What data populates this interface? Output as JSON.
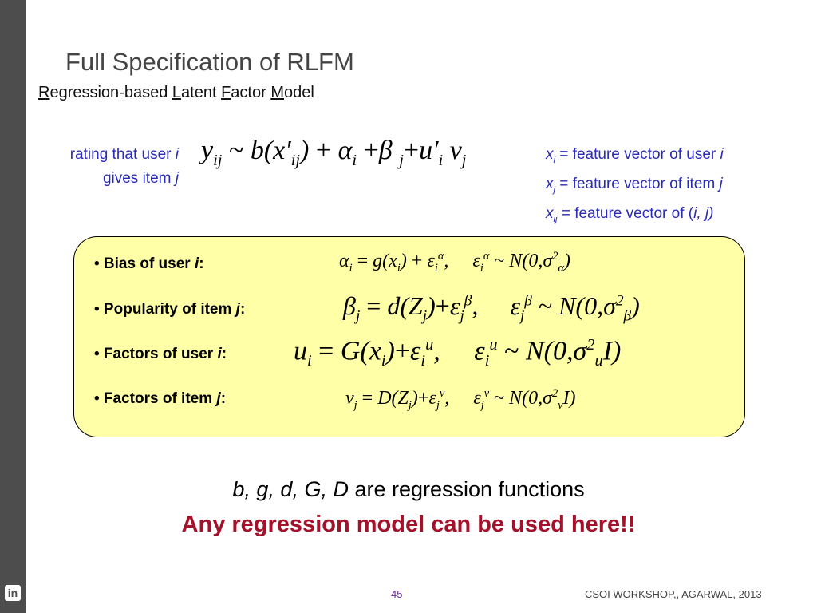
{
  "slide": {
    "title": "Full Specification of RLFM",
    "subtitle": {
      "r_letter": "R",
      "r_rest": "egression-based ",
      "l_letter": "L",
      "l_rest": "atent ",
      "f_letter": "F",
      "f_rest": "actor ",
      "m_letter": "M",
      "m_rest": "odel"
    },
    "left_annotation": {
      "line1_text": "rating that user ",
      "line1_var": "i",
      "line2_text": "gives item ",
      "line2_var": "j"
    },
    "right_annotation": [
      {
        "var": "x",
        "sub": "i",
        "text": " = feature vector of user ",
        "tail": "i"
      },
      {
        "var": "x",
        "sub": "j",
        "text": " = feature vector of item ",
        "tail": "j"
      },
      {
        "var": "x",
        "sub": "ij",
        "text": " = feature vector of (",
        "tail": "i, j)"
      }
    ],
    "bullets": [
      {
        "text": "• Bias of user ",
        "var": "i",
        "colon": ":"
      },
      {
        "text": "• Popularity of item ",
        "var": "j",
        "colon": ":"
      },
      {
        "text": "• Factors of user ",
        "var": "i",
        "colon": ":"
      },
      {
        "text": "• Factors of item ",
        "var": "j",
        "colon": ":"
      }
    ],
    "regression_line": {
      "vars": "b, g, d, G, D",
      "text": " are regression functions"
    },
    "highlight_line": "Any regression model can be used here!!",
    "page_number": "45",
    "credit": "CSOI WORKSHOP,, AGARWAL, 2013",
    "colors": {
      "sidebar": "#4d4d4d",
      "box_fill": "#ffffa8",
      "annotation": "#2a2ab8",
      "highlight": "#a3122a"
    }
  }
}
